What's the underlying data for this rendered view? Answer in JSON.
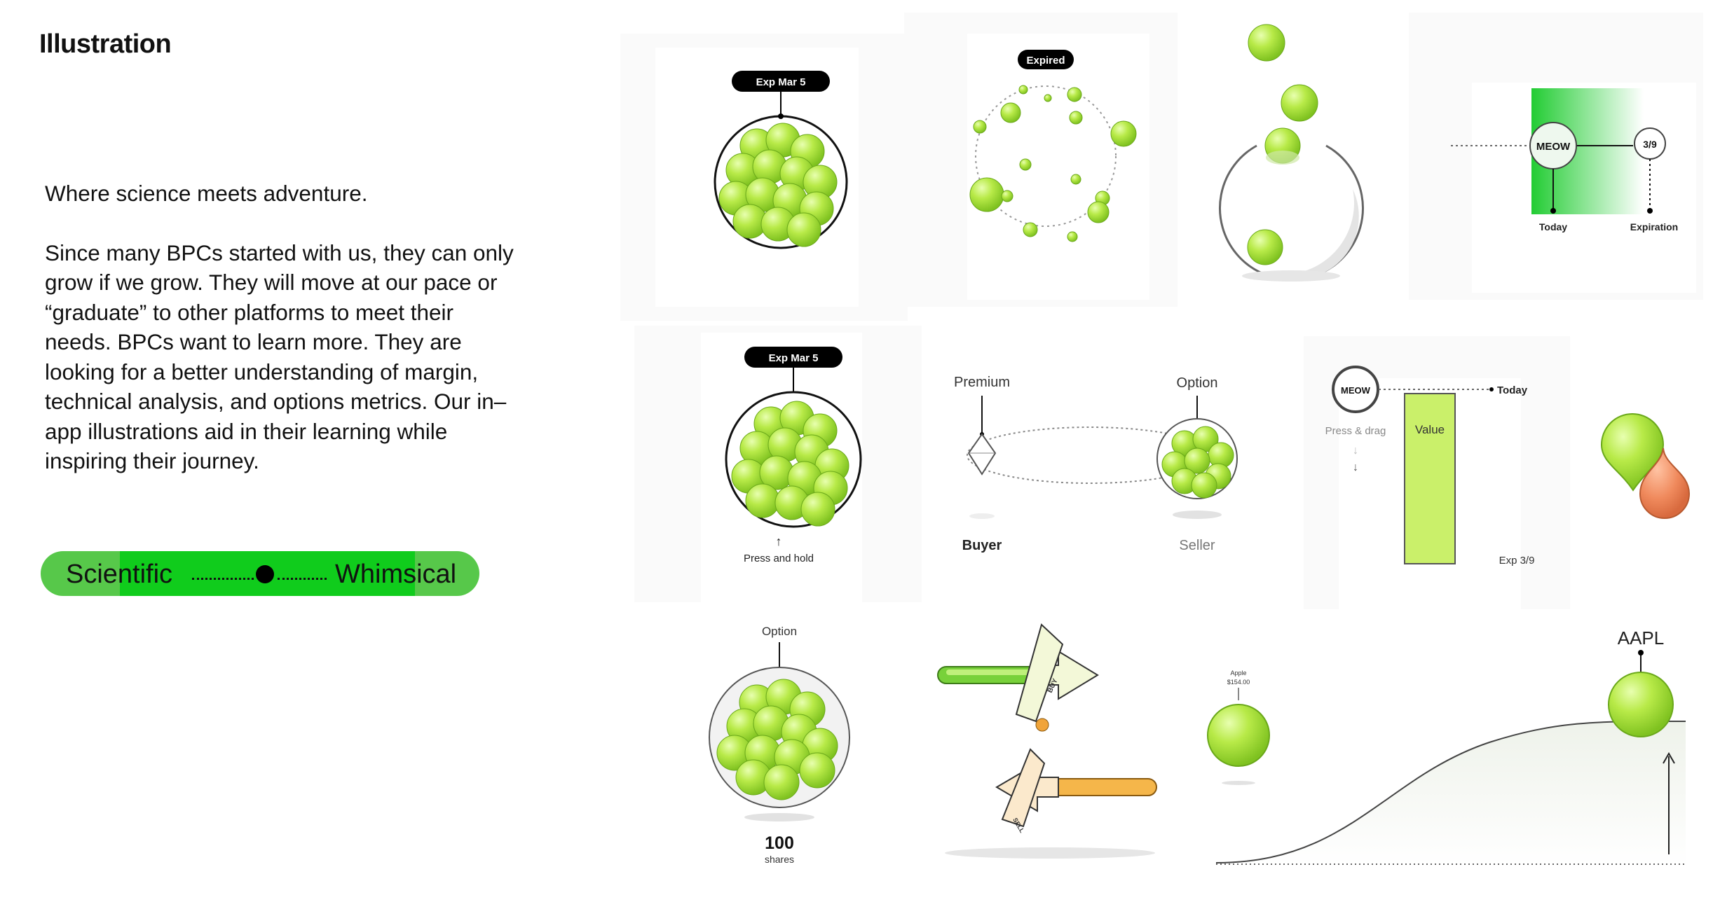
{
  "header": {
    "title": "Illustration"
  },
  "intro": {
    "tagline": "Where science meets adventure.",
    "paragraph": "Since many BPCs started with us, they can only grow if we grow. They will move at our pace or “graduate” to other platforms to meet their needs. BPCs want to learn more. They are looking for a better understanding of margin, technical analysis, and options metrics. Our in–app illustrations aid in their learning while inspiring their journey."
  },
  "spectrum": {
    "left": "Scientific",
    "right": "Whimsical",
    "position": 0.55
  },
  "colors": {
    "accent_green": "#10cc1c",
    "ball_green": "#b5e94a",
    "orange": "#f08a5d"
  },
  "illustrations": {
    "exp_bubble_1": {
      "tag": "Exp Mar 5"
    },
    "expired": {
      "tag": "Expired"
    },
    "timeline": {
      "node": "MEOW",
      "date_node": "3/9",
      "today": "Today",
      "expiration": "Expiration"
    },
    "exp_bubble_2": {
      "tag": "Exp Mar 5",
      "hint": "Press and hold"
    },
    "premium_option": {
      "premium": "Premium",
      "option": "Option",
      "buyer": "Buyer",
      "seller": "Seller"
    },
    "value_bar": {
      "node": "MEOW",
      "today": "Today",
      "hint": "Press & drag",
      "bar_label": "Value",
      "expiry": "Exp 3/9"
    },
    "option_shares": {
      "label": "Option",
      "count": "100",
      "unit": "shares"
    },
    "buy_sell": {
      "buy": "BUY",
      "sell": "SELL"
    },
    "apple": {
      "name": "Apple",
      "price": "$154.00"
    },
    "aapl_curve": {
      "ticker": "AAPL"
    }
  }
}
